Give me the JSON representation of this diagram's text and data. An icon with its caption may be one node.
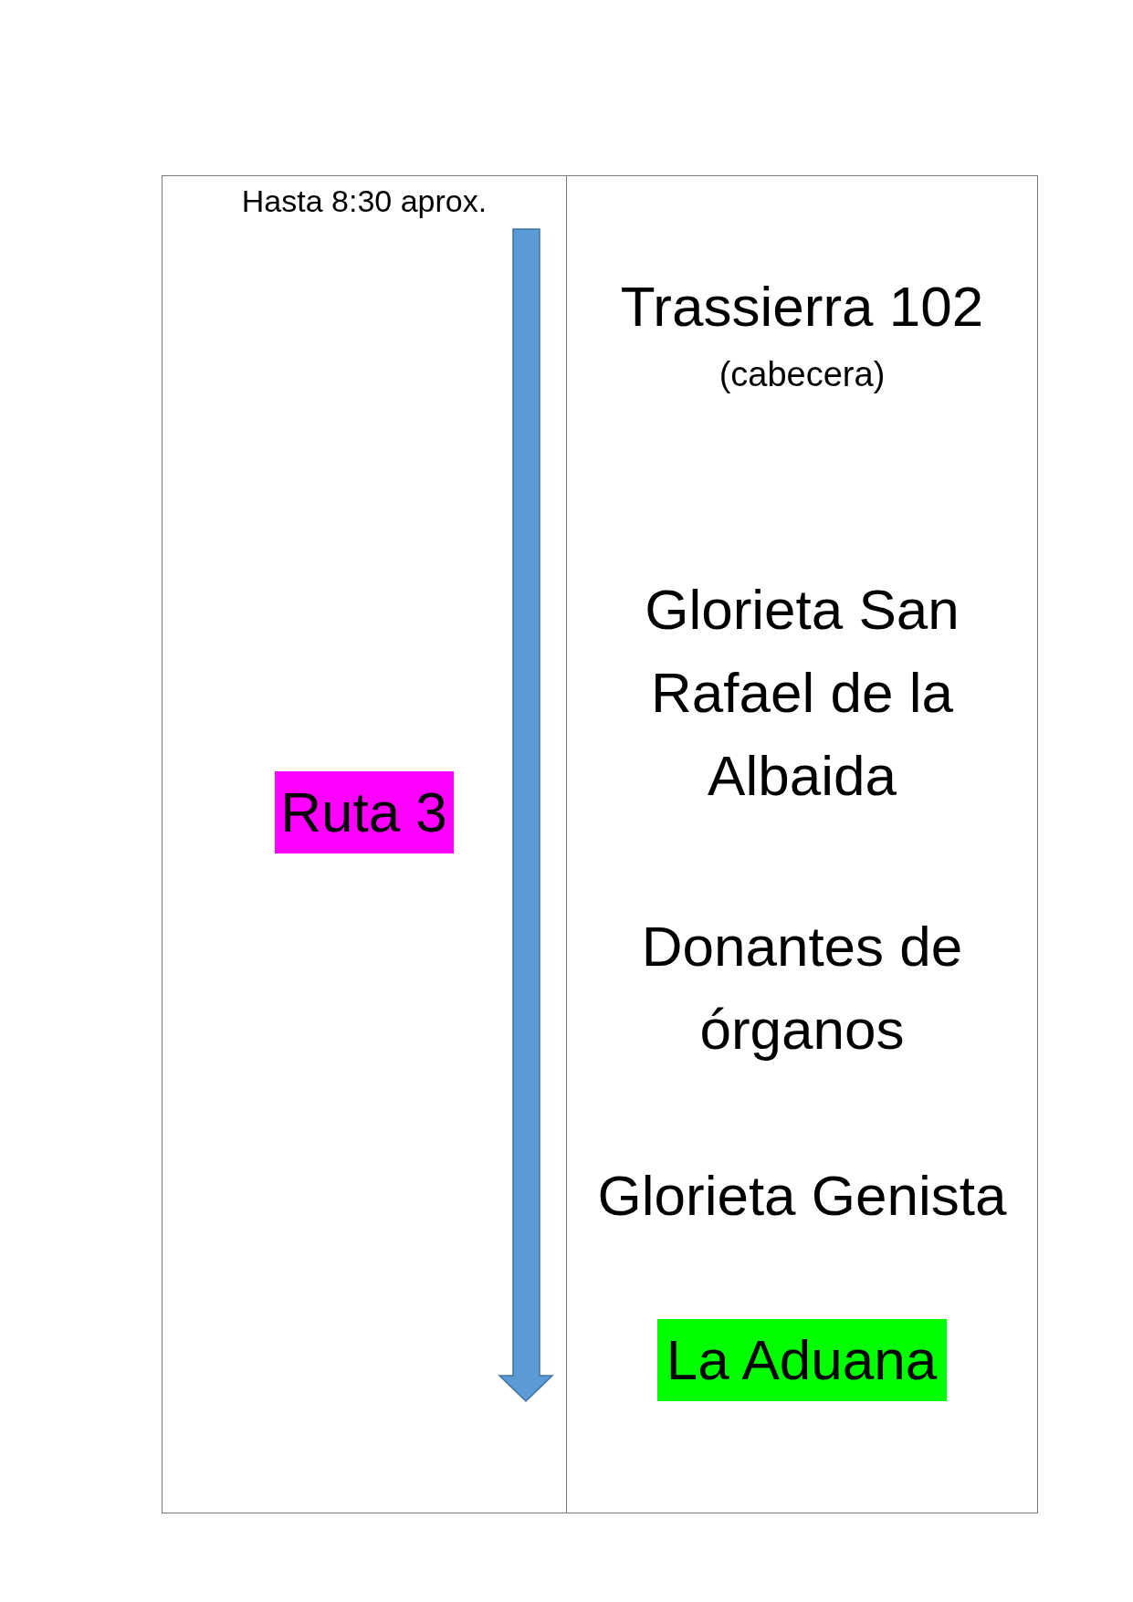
{
  "diagram": {
    "nodes": [
      {
        "text": [
          "Hasta 8:30 aprox."
        ]
      },
      {
        "text": [
          "Ruta 3"
        ],
        "in": 0
      },
      {
        "text": [
          "Trassierra 102",
          "(cabecera)",
          "Glorieta San Rafael de la Albaida",
          "Donantes de órganos",
          "Glorieta Genista"
        ]
      },
      {
        "text": [
          "La Aduana"
        ],
        "in": 2
      }
    ]
  }
}
